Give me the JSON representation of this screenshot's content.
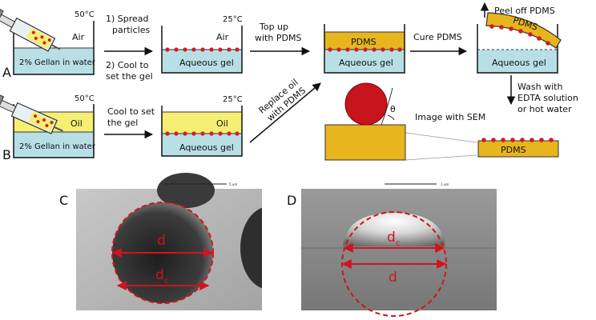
{
  "panel_a": {
    "label": "A",
    "temp_start": "50°C",
    "phase_top": "Air",
    "bath": "2% Gellan in water",
    "step1_line1": "1) Spread",
    "step1_line2": "particles",
    "step2_line1": "2) Cool to",
    "step2_line2": "set the gel",
    "temp_set": "25°C",
    "gel": "Aqueous gel",
    "topup_line1": "Top up",
    "topup_line2": "with PDMS",
    "pdms": "PDMS",
    "cure": "Cure PDMS",
    "peel": "Peel off PDMS"
  },
  "panel_b": {
    "label": "B",
    "temp_start": "50°C",
    "phase_top": "Oil",
    "bath": "2% Gellan in water",
    "cool_line1": "Cool to set",
    "cool_line2": "the gel",
    "temp_set": "25°C",
    "gel": "Aqueous gel",
    "replace_line1": "Replace oil",
    "replace_line2": "with PDMS"
  },
  "wash": {
    "line1": "Wash with",
    "line2": "EDTA solution",
    "line3": "or hot water"
  },
  "sem_step": "Image with SEM",
  "angle_symbol": "θ",
  "pdms_final": "PDMS",
  "panel_c": {
    "label": "C",
    "d": "d",
    "dc": "d",
    "dc_sub": "c",
    "scale": "5 um"
  },
  "panel_d": {
    "label": "D",
    "d": "d",
    "dc": "d",
    "dc_sub": "c",
    "scale": "1 um"
  },
  "colors": {
    "gel": "#b9dfe6",
    "oil": "#f6ef73",
    "pdms": "#e7b51e",
    "particle": "#d21c22",
    "dimension": "#d0141a"
  }
}
